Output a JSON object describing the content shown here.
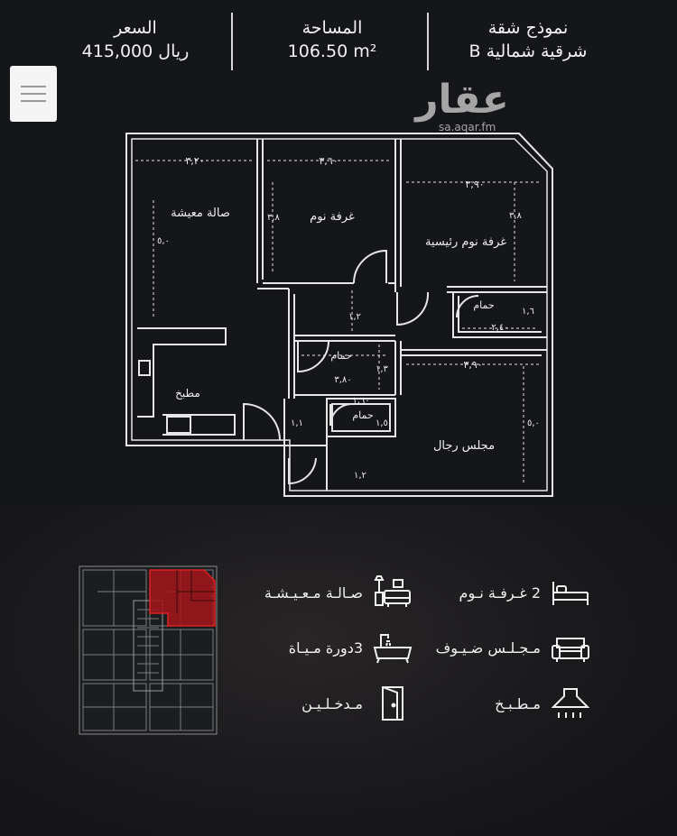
{
  "header": {
    "model_label": "نموذج شقة",
    "model_value": "B شرقية شمالية",
    "area_label": "المساحة",
    "area_value": "106.50 m²",
    "price_label": "السعر",
    "price_value": "415,000 ريال"
  },
  "watermark": {
    "logo": "عقار",
    "url": "sa.aqar.fm"
  },
  "plan": {
    "rooms": {
      "living": "صالة معيشة",
      "bedroom": "غرفة نوم",
      "master": "غرفة نوم رئيسية",
      "kitchen": "مطبخ",
      "bath1": "حمام",
      "bath2": "حمام",
      "bath3": "حمام",
      "majlis": "مجلس رجال"
    },
    "dims": {
      "living_w": "٣,٢٠",
      "bed_w": "٣,٦٠",
      "master_w": "٣,٩٠",
      "living_h": "٥,٠",
      "bed_h": "٣,٨",
      "master_h": "٣,٨",
      "bath1_w": "٢,٤٠",
      "bath1_h": "١,٦",
      "corr_h": "١,٢",
      "bath2_w": "٣,٨٠",
      "bath2_h": "١,٣",
      "majlis_w": "٣,٩٠",
      "majlis_h": "٥,٠",
      "bath3_w": "١,٦٠",
      "bath3_h": "١,٥",
      "entry_h": "١,١",
      "entry2_h": "١,٢"
    }
  },
  "features": {
    "bedrooms": "2 غـرفـة نـوم",
    "living": "صـالـة مـعـيـشـة",
    "guest": "مـجـلـس ضـيـوف",
    "bathrooms": "3دورة مـيـاة",
    "kitchen": "مـطـبـخ",
    "entrance": "مـدخـلـيـن"
  },
  "colors": {
    "background": "#15161a",
    "highlight": "#a3161a",
    "text": "#f0f0f0"
  }
}
